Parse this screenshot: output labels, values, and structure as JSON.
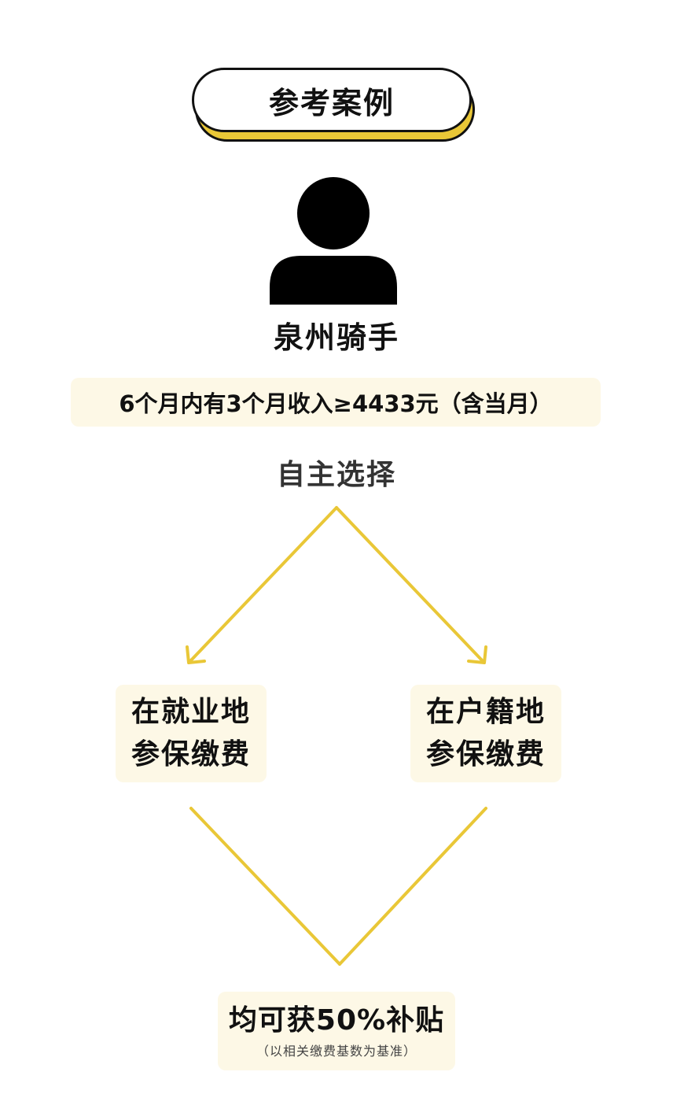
{
  "title": "参考案例",
  "person": {
    "icon": "person-icon",
    "label": "泉州骑手"
  },
  "condition": "6个月内有3个月收入≥4433元（含当月）",
  "choice": "自主选择",
  "options": [
    {
      "line1": "在就业地",
      "line2": "参保缴费"
    },
    {
      "line1": "在户籍地",
      "line2": "参保缴费"
    }
  ],
  "result": {
    "text": "均可获50%补贴",
    "note": "（以相关缴费基数为基准）"
  },
  "colors": {
    "accent": "#e9c737",
    "box_fill": "#fdf8e6",
    "text": "#111111"
  }
}
